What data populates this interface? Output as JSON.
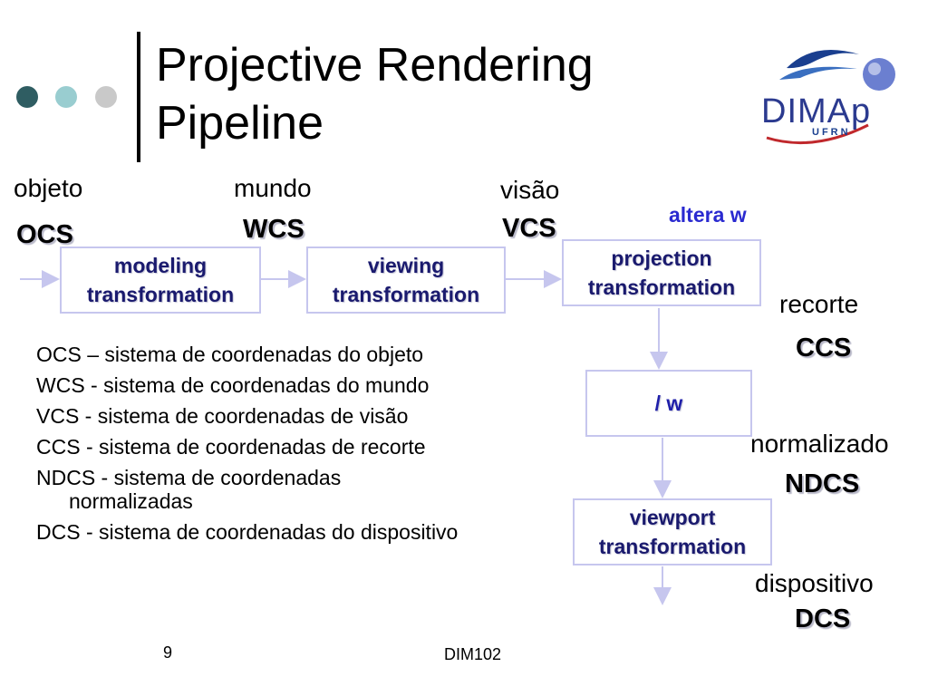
{
  "title": "Projective Rendering Pipeline",
  "logo": {
    "text": "DIMAp",
    "subtext": "UFRN"
  },
  "decor_colors": [
    "#2f5d62",
    "#99cdd0",
    "#c9c9c9"
  ],
  "labels": {
    "objeto": "objeto",
    "mundo": "mundo",
    "visao": "visão",
    "recorte": "recorte",
    "normalizado": "normalizado",
    "dispositivo": "dispositivo"
  },
  "codes": {
    "ocs": "OCS",
    "wcs": "WCS",
    "vcs": "VCS",
    "ccs": "CCS",
    "ndcs": "NDCS",
    "dcs": "DCS"
  },
  "note": "altera w",
  "boxes": {
    "modeling": "modeling\ntransformation",
    "viewing": "viewing\ntransformation",
    "projection": "projection\ntransformation",
    "divide": "/ w",
    "viewport": "viewport\ntransformation"
  },
  "legend": [
    "OCS – sistema de coordenadas do objeto",
    "WCS - sistema de coordenadas do mundo",
    "VCS - sistema de coordenadas de visão",
    "CCS - sistema de coordenadas de recorte",
    "NDCS - sistema de coordenadas normalizadas",
    "DCS - sistema de coordenadas do dispositivo"
  ],
  "footer": {
    "page": "9",
    "course": "DIM102"
  }
}
